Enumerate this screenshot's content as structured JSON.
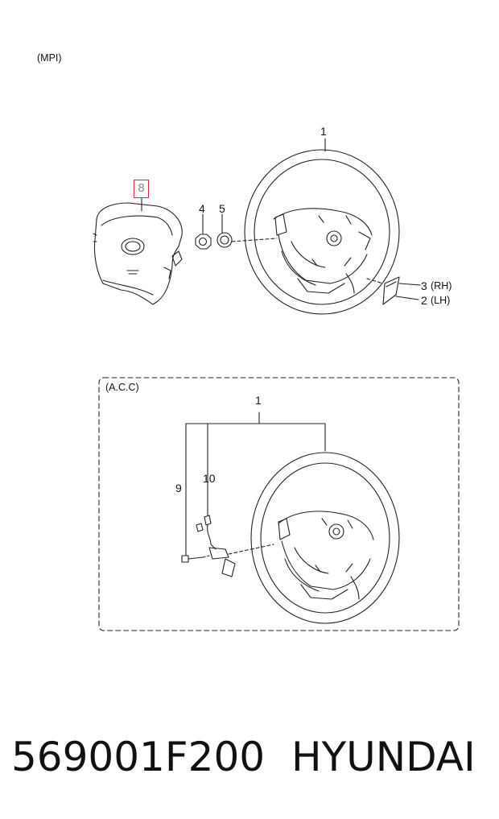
{
  "variant_top": "(MPI)",
  "variant_bottom": "(A.C.C)",
  "callouts_top": {
    "steering_wheel": "1",
    "part_4": "4",
    "part_5": "5",
    "part_8": "8",
    "part_3": "3",
    "part_3_side": "(RH)",
    "part_2": "2",
    "part_2_side": "(LH)"
  },
  "callouts_bottom": {
    "steering_wheel": "1",
    "part_9": "9",
    "part_10": "10"
  },
  "footer": {
    "part_number": "569001F200",
    "brand": "HYUNDAI"
  },
  "highlight_color": "#e0263a"
}
